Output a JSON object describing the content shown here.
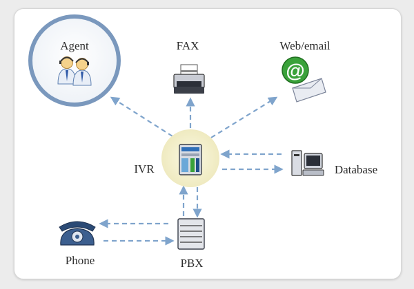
{
  "nodes": {
    "agent": "Agent",
    "fax": "FAX",
    "web": "Web/email",
    "ivr": "IVR",
    "database": "Database",
    "phone": "Phone",
    "pbx": "PBX"
  },
  "icons": {
    "agent": "agents-people-icon",
    "fax": "fax-machine-icon",
    "web": "at-sign-envelope-icon",
    "ivr": "ivr-server-icon",
    "database": "database-computer-icon",
    "phone": "rotary-phone-icon",
    "pbx": "pbx-box-icon"
  },
  "colors": {
    "arrow": "#7fa4cc",
    "agent_ring": "#7a98bd",
    "ivr_glow": "#f3f0c6",
    "email_green": "#3aa23a"
  },
  "edges": [
    {
      "from": "ivr",
      "to": "agent"
    },
    {
      "from": "ivr",
      "to": "fax"
    },
    {
      "from": "ivr",
      "to": "web"
    },
    {
      "from": "database",
      "to": "ivr"
    },
    {
      "from": "ivr",
      "to": "database"
    },
    {
      "from": "pbx",
      "to": "ivr"
    },
    {
      "from": "ivr",
      "to": "pbx"
    },
    {
      "from": "pbx",
      "to": "phone"
    },
    {
      "from": "phone",
      "to": "pbx"
    }
  ]
}
